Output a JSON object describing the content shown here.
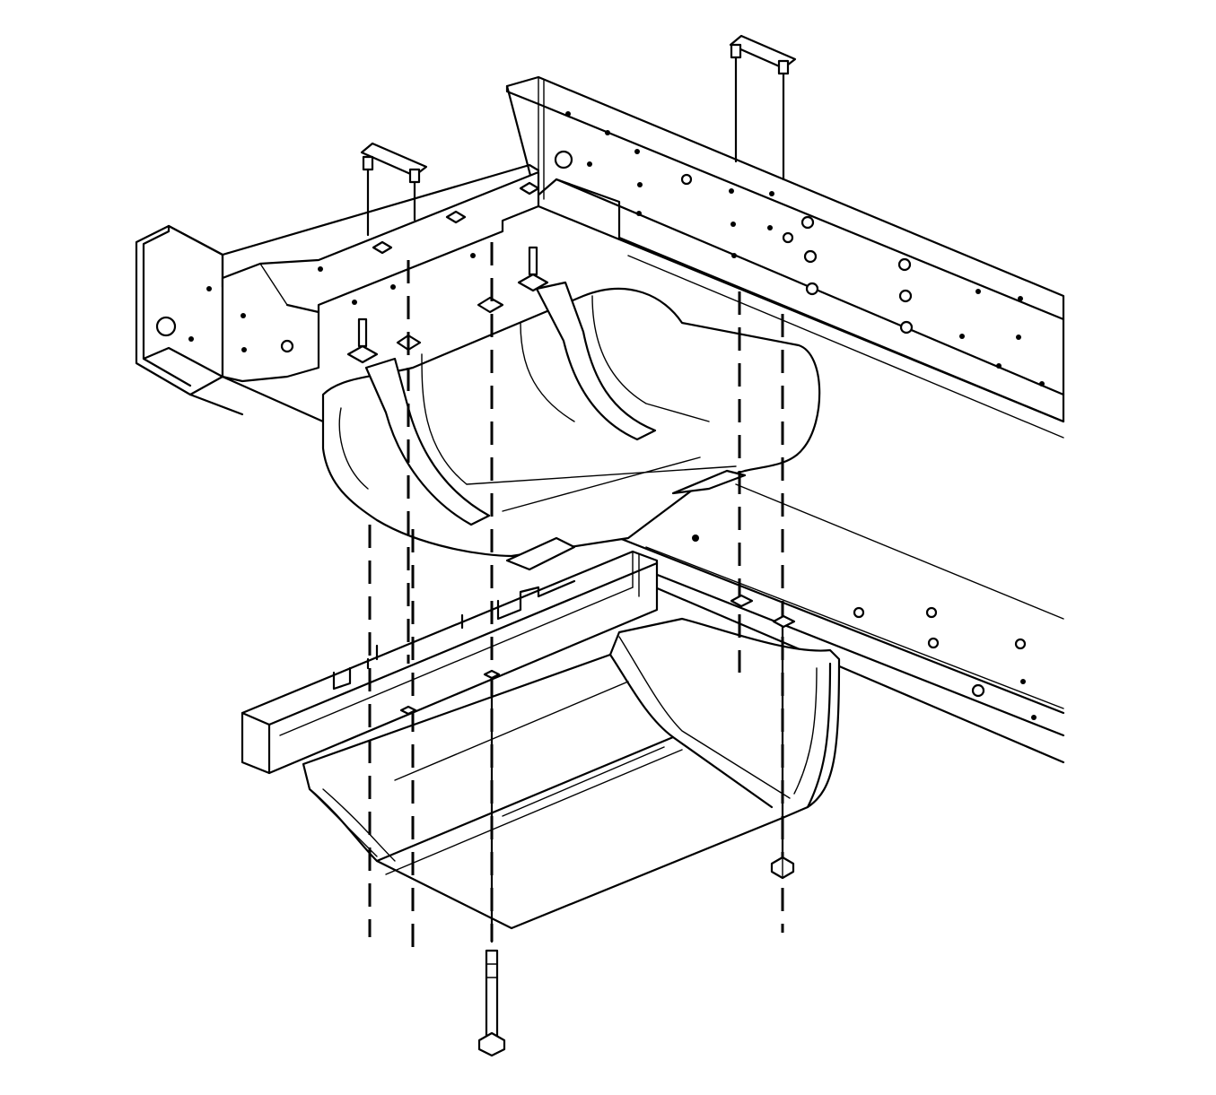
{
  "diagram": {
    "colors": {
      "line": "#000000",
      "background": "#ffffff"
    },
    "components": [
      {
        "name": "right-frame-rail"
      },
      {
        "name": "left-frame-rail"
      },
      {
        "name": "fuel-tank-upper"
      },
      {
        "name": "skid-plate-crossmember"
      },
      {
        "name": "skid-plate-shield"
      },
      {
        "name": "upper-fastener-clip-left"
      },
      {
        "name": "upper-fastener-clip-right"
      },
      {
        "name": "bolt-lower"
      },
      {
        "name": "nut-lower-right"
      }
    ]
  }
}
